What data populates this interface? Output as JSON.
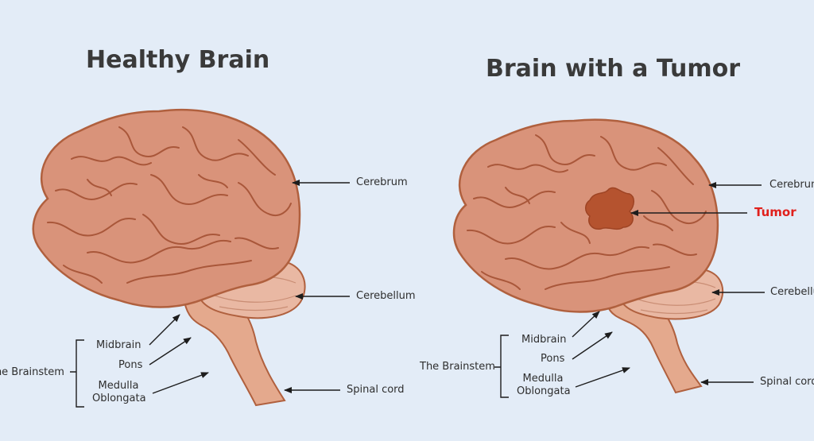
{
  "left_diagram": {
    "title": "Healthy Brain",
    "labels": {
      "cerebrum": "Cerebrum",
      "cerebellum": "Cerebellum",
      "spinal_cord": "Spinal cord",
      "midbrain": "Midbrain",
      "pons": "Pons",
      "medulla_line1": "Medulla",
      "medulla_line2": "Oblongata",
      "brainstem": "The Brainstem"
    }
  },
  "right_diagram": {
    "title": "Brain with a Tumor",
    "labels": {
      "cerebrum": "Cerebrum",
      "tumor": "Tumor",
      "cerebellum": "Cerebellu",
      "spinal_cord": "Spinal cord",
      "midbrain": "Midbrain",
      "pons": "Pons",
      "medulla_line1": "Medulla",
      "medulla_line2": "Oblongata",
      "brainstem": "The Brainstem"
    }
  },
  "colors": {
    "background": "#e3ecf7",
    "brain_fill": "#d9937a",
    "brain_outline": "#b0603e",
    "cerebellum_fill": "#e9b8a3",
    "stem_fill": "#e4a98d",
    "tumor_fill": "#b5532f",
    "tumor_label": "#e0201c"
  }
}
